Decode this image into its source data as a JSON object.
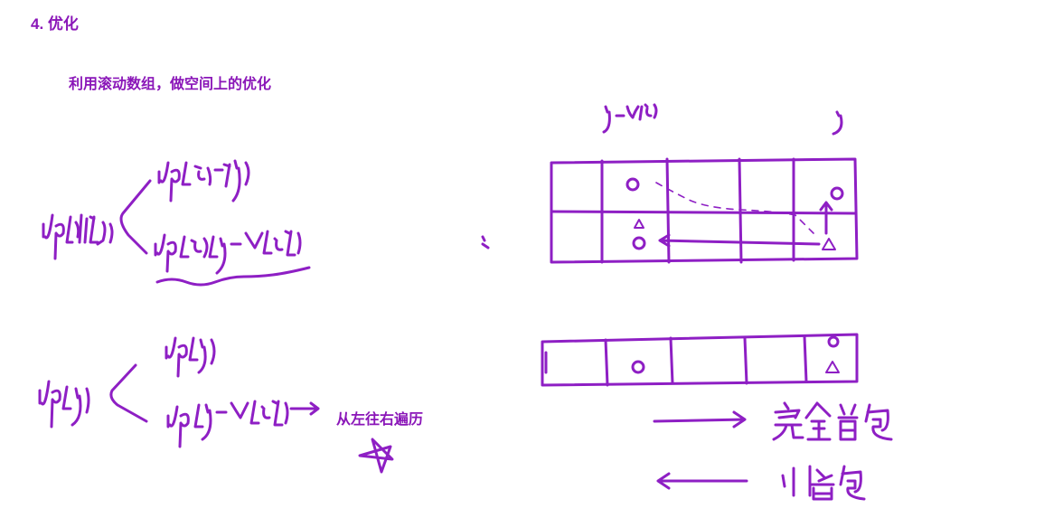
{
  "heading": "4. 优化",
  "subtitle": "利用滚动数组，做空间上的优化",
  "traverse_note": "从左往右遍历",
  "colors": {
    "text": "#8a16b8",
    "ink": "#8e1fc4"
  }
}
